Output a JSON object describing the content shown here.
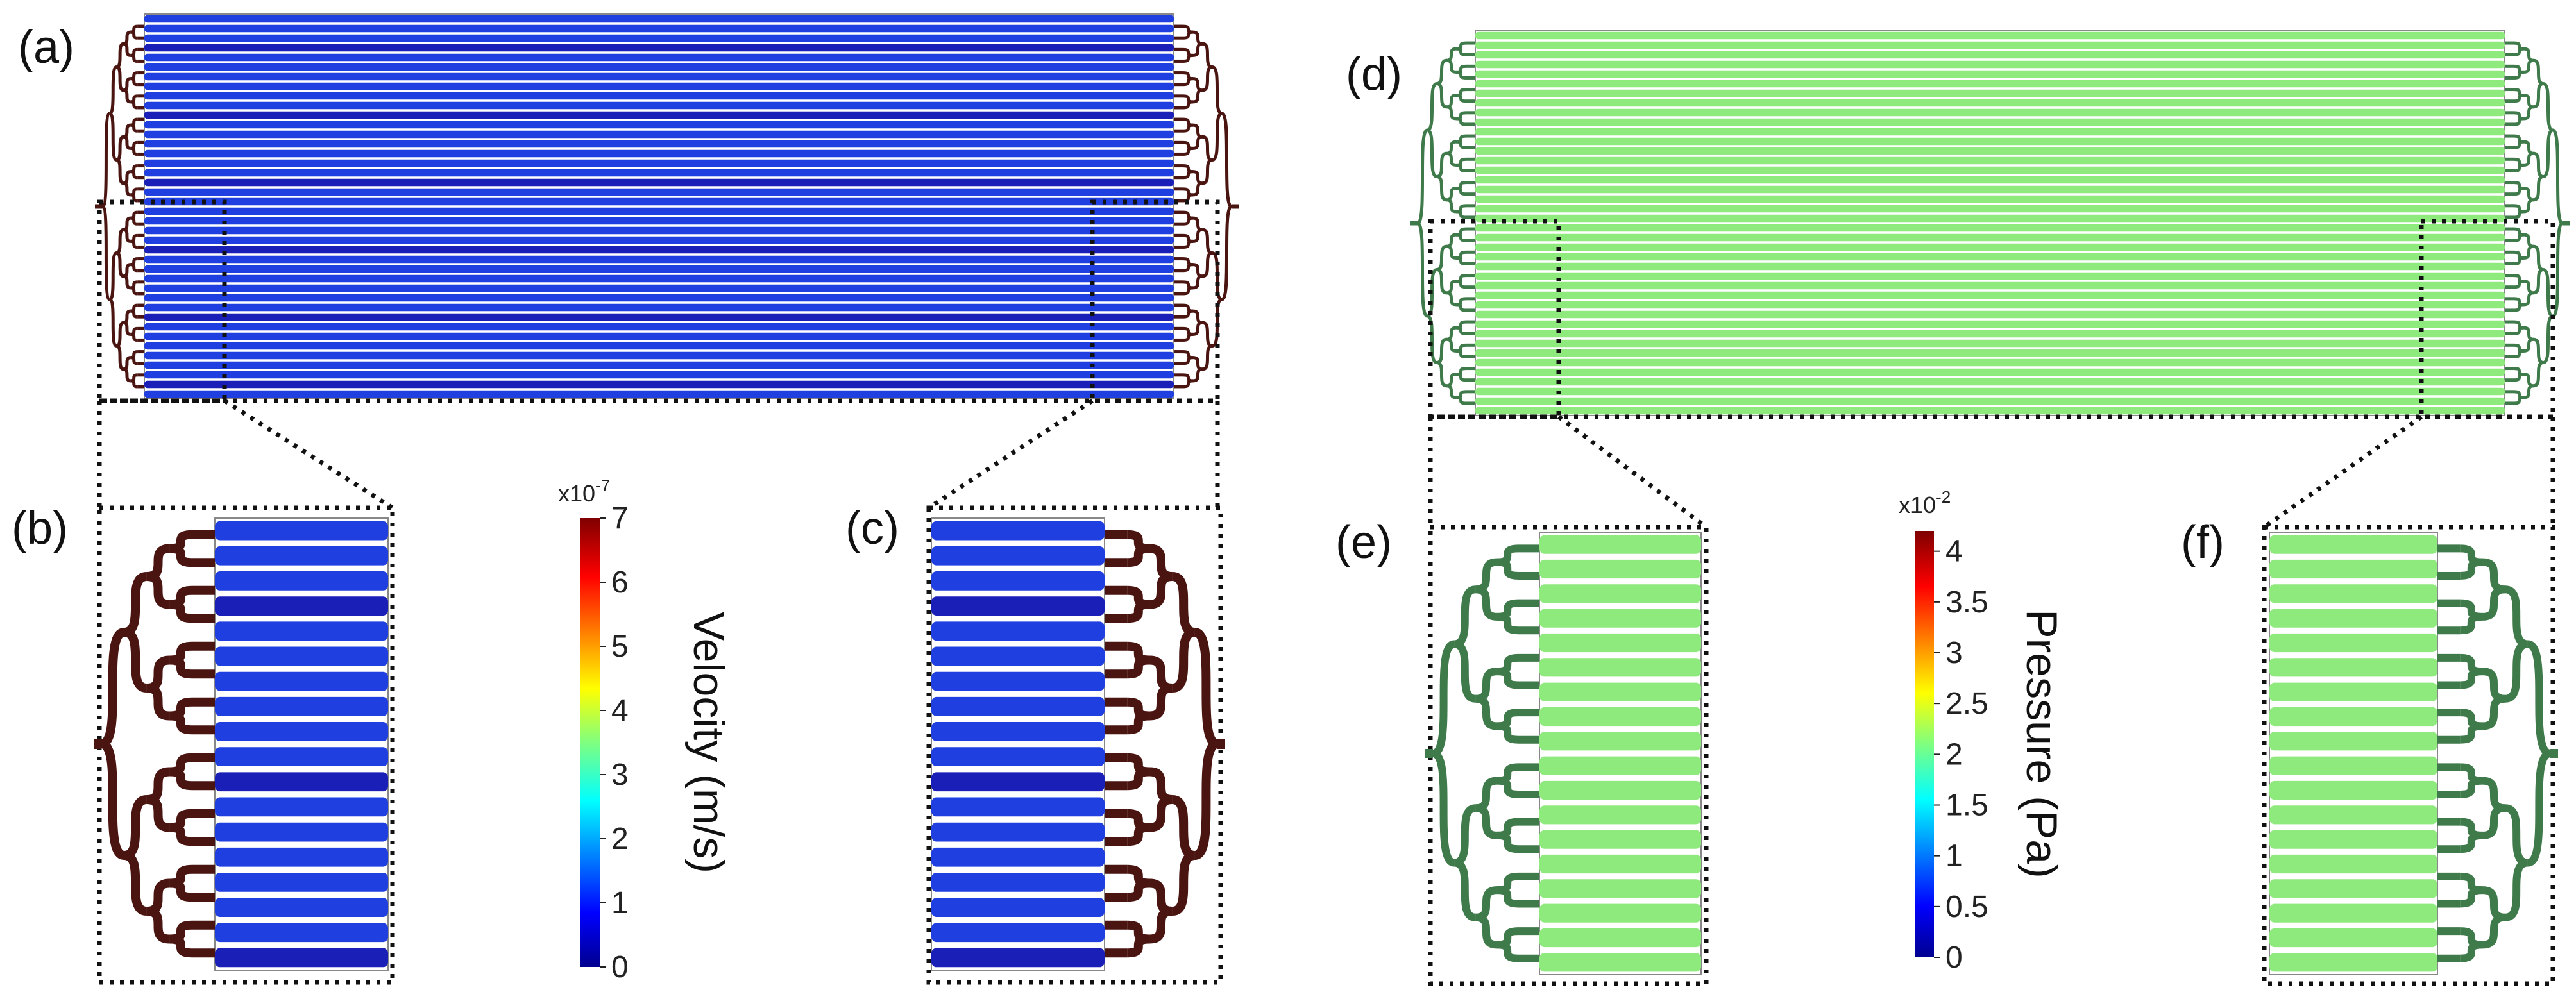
{
  "panel_labels": {
    "a": "(a)",
    "b": "(b)",
    "c": "(c)",
    "d": "(d)",
    "e": "(e)",
    "f": "(f)"
  },
  "velocity_colorbar": {
    "title": "Velocity (m/s)",
    "exponent": "x10",
    "exponent_power": "-7",
    "ticks": [
      "0",
      "1",
      "2",
      "3",
      "4",
      "5",
      "6",
      "7"
    ],
    "min": 0,
    "max": 7
  },
  "pressure_colorbar": {
    "title": "Pressure (Pa)",
    "exponent": "x10",
    "exponent_power": "-2",
    "ticks": [
      "0",
      "0.5",
      "1",
      "1.5",
      "2",
      "2.5",
      "3",
      "3.5",
      "4"
    ],
    "min": 0,
    "max": 4.2
  },
  "colors": {
    "velocity_channel": "#1f3fe0",
    "velocity_channel_dark": "#1a1fb8",
    "velocity_manifold": "#4a1410",
    "pressure_channel": "#8fea7e",
    "pressure_manifold": "#3f7a4a",
    "channel_gap": "#ffffff",
    "outline": "#111111"
  }
}
